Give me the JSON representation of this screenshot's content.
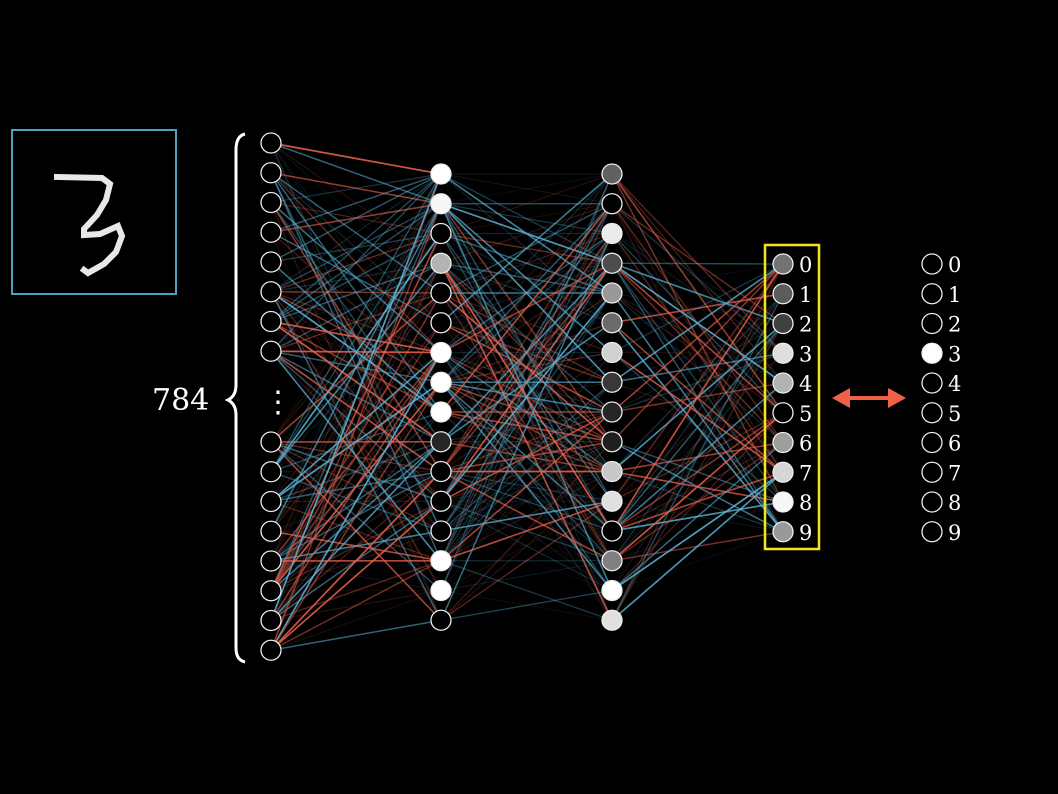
{
  "input_count_label": "784",
  "ellipsis": "⋮",
  "colors": {
    "positive_weight": "#5ab4d6",
    "negative_weight": "#e8604c",
    "highlight_box": "#f2e51a",
    "image_frame": "#4aa3bf",
    "arrow": "#f0614a"
  },
  "layers": {
    "input_top": [
      0,
      0,
      0,
      0,
      0,
      0,
      0,
      0
    ],
    "input_bottom": [
      0,
      0,
      0,
      0,
      0,
      0,
      0,
      0
    ],
    "hidden1": [
      1,
      0.97,
      0,
      0.7,
      0,
      0,
      1,
      1,
      1,
      0.15,
      0,
      0,
      0,
      1,
      1,
      0
    ],
    "hidden2": [
      0.38,
      0,
      0.92,
      0.3,
      0.6,
      0.42,
      0.82,
      0.22,
      0.15,
      0.12,
      0.78,
      0.88,
      0,
      0.5,
      1,
      0.88
    ],
    "output": [
      {
        "label": "0",
        "activation": 0.45
      },
      {
        "label": "1",
        "activation": 0.36
      },
      {
        "label": "2",
        "activation": 0.25
      },
      {
        "label": "3",
        "activation": 0.87
      },
      {
        "label": "4",
        "activation": 0.7
      },
      {
        "label": "5",
        "activation": 0
      },
      {
        "label": "6",
        "activation": 0.62
      },
      {
        "label": "7",
        "activation": 0.84
      },
      {
        "label": "8",
        "activation": 0.97
      },
      {
        "label": "9",
        "activation": 0.6
      }
    ],
    "target": [
      {
        "label": "0",
        "activation": 0
      },
      {
        "label": "1",
        "activation": 0
      },
      {
        "label": "2",
        "activation": 0
      },
      {
        "label": "3",
        "activation": 1
      },
      {
        "label": "4",
        "activation": 0
      },
      {
        "label": "5",
        "activation": 0
      },
      {
        "label": "6",
        "activation": 0
      },
      {
        "label": "7",
        "activation": 0
      },
      {
        "label": "8",
        "activation": 0
      },
      {
        "label": "9",
        "activation": 0
      }
    ]
  }
}
